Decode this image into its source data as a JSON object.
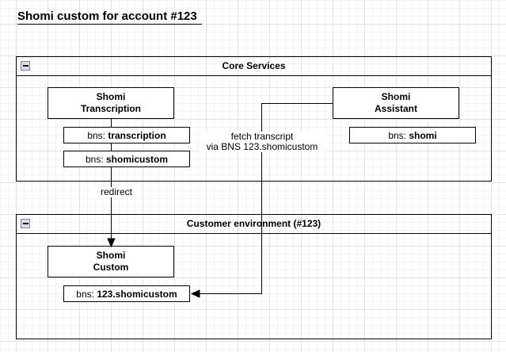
{
  "page": {
    "title": "Shomi custom for account #123"
  },
  "containers": {
    "core": {
      "title": "Core Services"
    },
    "customer": {
      "title": "Customer environment (#123)"
    }
  },
  "nodes": {
    "transcription": {
      "line1": "Shomi",
      "line2": "Transcription"
    },
    "assistant": {
      "line1": "Shomi",
      "line2": "Assistant"
    },
    "custom": {
      "line1": "Shomi",
      "line2": "Custom"
    }
  },
  "bns": {
    "prefix": "bns: ",
    "transcription": "transcription",
    "shomicustom": "shomicustom",
    "shomi": "shomi",
    "customer": "123.shomicustom"
  },
  "edges": {
    "redirect_label": "redirect",
    "fetch_line1": "fetch transcript",
    "fetch_line2": "via BNS 123.shomicustom"
  },
  "icons": {
    "collapse": "minus-icon"
  },
  "colors": {
    "stroke": "#000000",
    "node_fill": "#ffffff",
    "background": "#ffffff",
    "grid_minor": "#f4f4f4",
    "grid_major": "#e3e3e3",
    "collapse_fill": "#dcdce6",
    "collapse_border": "#83839a"
  }
}
